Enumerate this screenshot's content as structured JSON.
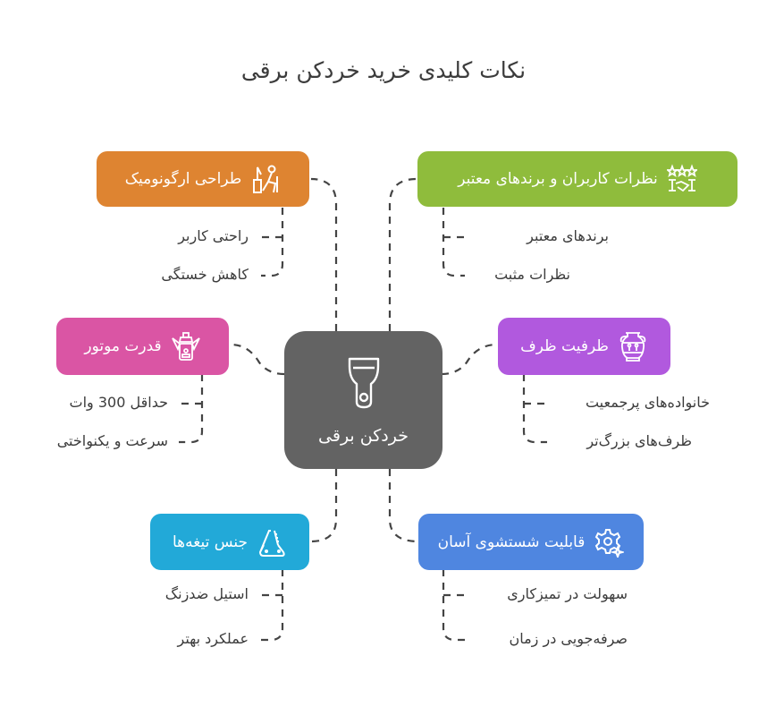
{
  "title": "نکات کلیدی خرید خردکن برقی",
  "center": {
    "label": "خردکن برقی",
    "icon": "peeler-icon",
    "color": "#636363"
  },
  "branches": [
    {
      "id": "ergonomic",
      "label": "طراحی ارگونومیک",
      "icon": "ergonomic-desk-icon",
      "color": "#DE8431",
      "items": [
        "راحتی کاربر",
        "کاهش خستگی"
      ]
    },
    {
      "id": "reviews",
      "label": "نظرات کاربران و برندهای معتبر",
      "icon": "stars-handshake-icon",
      "color": "#8FBC3C",
      "items": [
        "برندهای معتبر",
        "نظرات مثبت"
      ]
    },
    {
      "id": "motor",
      "label": "قدرت موتور",
      "icon": "motor-icon",
      "color": "#DA55A4",
      "items": [
        "حداقل 300 وات",
        "سرعت و یکنواختی"
      ]
    },
    {
      "id": "capacity",
      "label": "ظرفیت ظرف",
      "icon": "vase-icon",
      "color": "#B159DE",
      "items": [
        "خانواده‌های پرجمعیت",
        "ظرف‌های بزرگ‌تر"
      ]
    },
    {
      "id": "blades",
      "label": "جنس تیغه‌ها",
      "icon": "knife-blade-icon",
      "color": "#22A9D8",
      "items": [
        "استیل ضدزنگ",
        "عملکرد بهتر"
      ]
    },
    {
      "id": "cleaning",
      "label": "قابلیت شستشوی آسان",
      "icon": "gear-sparkle-icon",
      "color": "#4F86E0",
      "items": [
        "سهولت در تمیزکاری",
        "صرفه‌جویی در زمان"
      ]
    }
  ]
}
